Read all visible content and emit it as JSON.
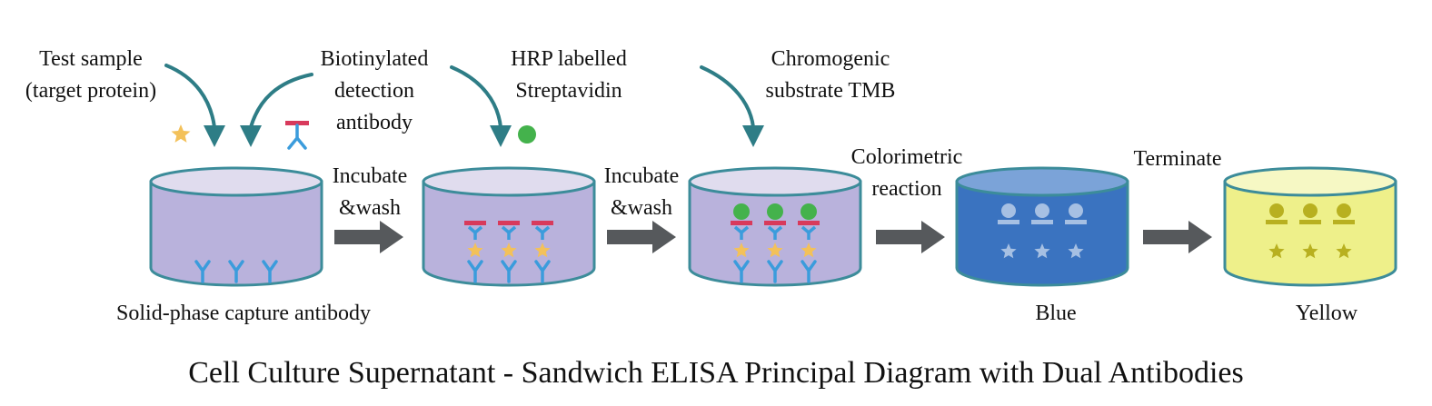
{
  "colors": {
    "arrow_teal": "#2e7d86",
    "step_arrow": "#56595c",
    "well_purple": "#b9b2dc",
    "well_purple_top": "#e0dcee",
    "well_blue": "#3a73c0",
    "well_blue_top": "#7ba3d8",
    "well_yellow": "#eef08a",
    "well_yellow_top": "#f6f8c4",
    "well_border": "#3c8c9a",
    "antibody_blue": "#3b9cdc",
    "biotin_red": "#d83a5c",
    "star_gold": "#f3c15a",
    "hrp_green": "#44b24c"
  },
  "icons": {
    "reagent_star": "star-icon",
    "detection_antibody": "antibody-icon",
    "streptavidin_dot": "green-dot-icon"
  },
  "labels": {
    "test_sample": [
      "Test sample",
      "(target protein)"
    ],
    "biotinylated": [
      "Biotinylated",
      "detection",
      "antibody"
    ],
    "hrp": [
      "HRP labelled",
      "Streptavidin"
    ],
    "chromogenic": [
      "Chromogenic",
      "substrate TMB"
    ],
    "step1": [
      "Incubate",
      "&wash"
    ],
    "step2": [
      "Incubate",
      "&wash"
    ],
    "step3": [
      "Colorimetric",
      "reaction"
    ],
    "step4": [
      "Terminate"
    ],
    "capture": "Solid-phase capture antibody",
    "blue": "Blue",
    "yellow": "Yellow"
  },
  "caption": "Cell Culture Supernatant - Sandwich ELISA Principal Diagram with Dual Antibodies"
}
